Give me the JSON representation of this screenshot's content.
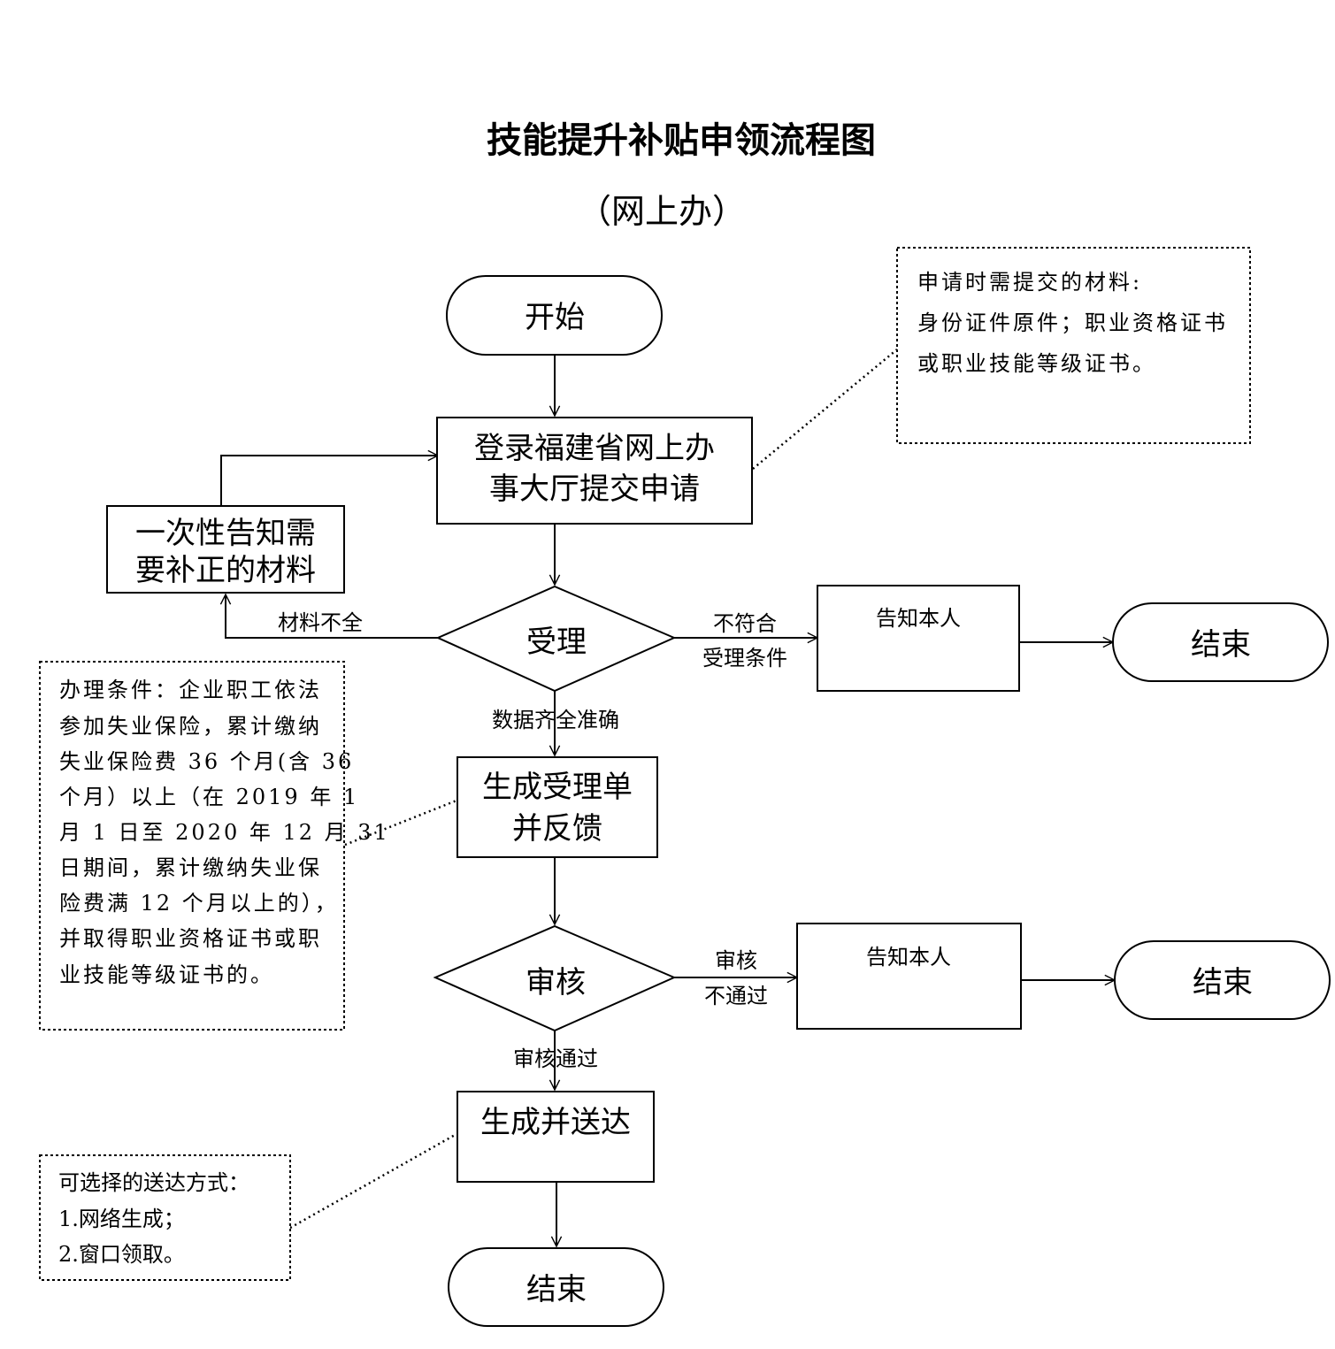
{
  "title": "技能提升补贴申领流程图",
  "subtitle": "（网上办）",
  "nodes": {
    "start": "开始",
    "submit": [
      "登录福建省网上办",
      "事大厅提交申请"
    ],
    "accept": "受理",
    "correction": [
      "一次性告知需",
      "要补正的材料"
    ],
    "notify1": "告知本人",
    "end1": "结束",
    "generate_receipt": [
      "生成受理单",
      "并反馈"
    ],
    "review": "审核",
    "notify2": "告知本人",
    "end2": "结束",
    "deliver": "生成并送达",
    "end3": "结束"
  },
  "edge_labels": {
    "incomplete": "材料不全",
    "not_meet": [
      "不符合",
      "受理条件"
    ],
    "complete": "数据齐全准确",
    "review_fail": [
      "审核",
      "不通过"
    ],
    "review_pass": "审核通过"
  },
  "notes": {
    "materials": [
      "申请时需提交的材料:",
      "身份证件原件；职业资格证书",
      "或职业技能等级证书。"
    ],
    "conditions": [
      "办理条件：企业职工依法",
      "参加失业保险，累计缴纳",
      "失业保险费 36 个月(含 36",
      "个月）以上（在 2019 年 1",
      "月 1 日至 2020 年 12 月 31",
      "日期间，累计缴纳失业保",
      "险费满 12 个月以上的），",
      "并取得职业资格证书或职",
      "业技能等级证书的。"
    ],
    "delivery": [
      "可选择的送达方式：",
      "1.网络生成；",
      "2.窗口领取。"
    ]
  }
}
